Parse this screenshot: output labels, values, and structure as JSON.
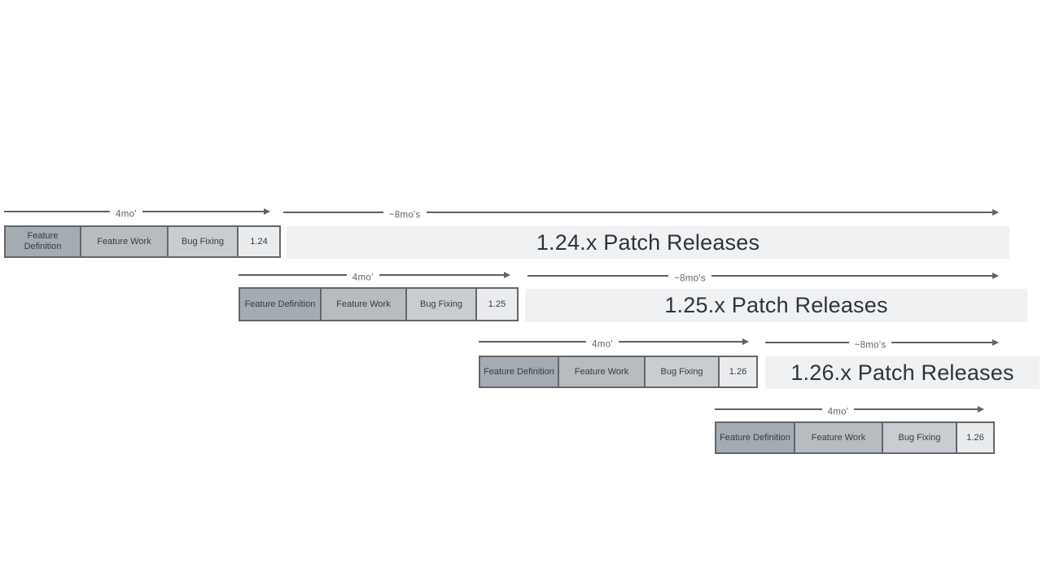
{
  "colors": {
    "background": "#ffffff",
    "feature_definition_fill": "#a4abb1",
    "feature_work_fill": "#b7bcc1",
    "bug_fixing_fill": "#c9cdd1",
    "version_box_fill": "#e9ebed",
    "box_border": "#62676d",
    "patch_band_fill": "#f0f1f3",
    "arrow": "#5d6268",
    "band_text": "#2e343a"
  },
  "rows": [
    {
      "version": "1.24",
      "cycle_arrow_label": "4mo'",
      "patch_arrow_label": "~8mo's",
      "phases": [
        "Feature Definition",
        "Feature Work",
        "Bug Fixing"
      ],
      "patch_band_label": "1.24.x Patch Releases"
    },
    {
      "version": "1.25",
      "cycle_arrow_label": "4mo'",
      "patch_arrow_label": "~8mo's",
      "phases": [
        "Feature Definition",
        "Feature Work",
        "Bug Fixing"
      ],
      "patch_band_label": "1.25.x Patch Releases"
    },
    {
      "version": "1.26",
      "cycle_arrow_label": "4mo'",
      "patch_arrow_label": "~8mo's",
      "phases": [
        "Feature Definition",
        "Feature Work",
        "Bug Fixing"
      ],
      "patch_band_label": "1.26.x Patch Releases"
    },
    {
      "version": "1.26",
      "cycle_arrow_label": "4mo'",
      "phases": [
        "Feature Definition",
        "Feature Work",
        "Bug Fixing"
      ]
    }
  ]
}
